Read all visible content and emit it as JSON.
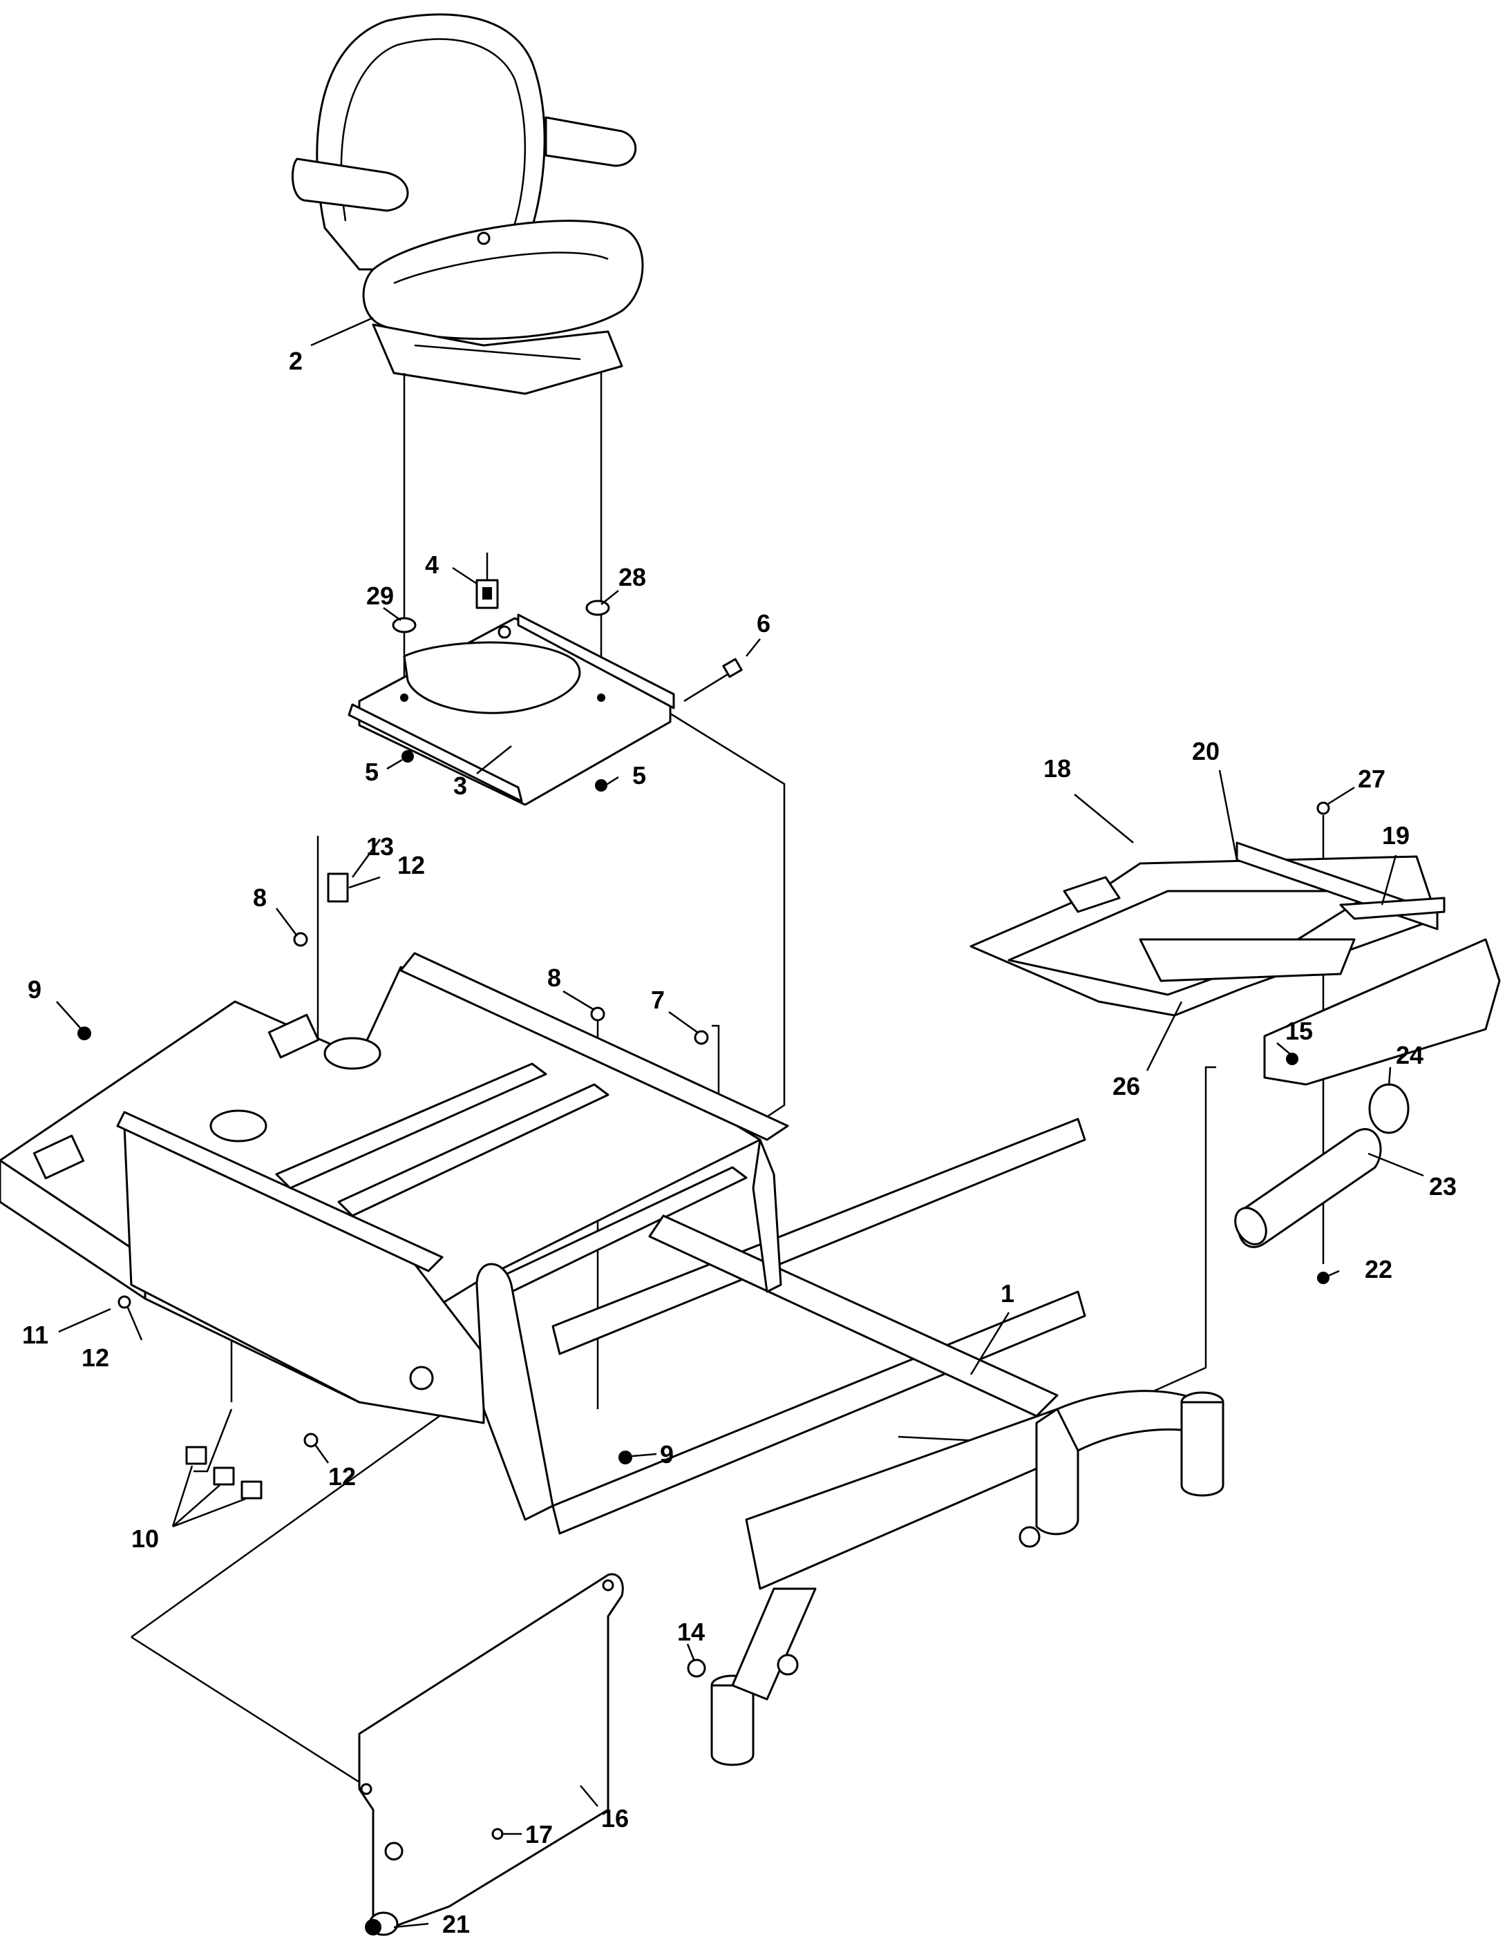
{
  "callouts": [
    {
      "id": "c1",
      "label": "1"
    },
    {
      "id": "c2",
      "label": "2"
    },
    {
      "id": "c3",
      "label": "3"
    },
    {
      "id": "c4",
      "label": "4"
    },
    {
      "id": "c5a",
      "label": "5"
    },
    {
      "id": "c5b",
      "label": "5"
    },
    {
      "id": "c6",
      "label": "6"
    },
    {
      "id": "c7",
      "label": "7"
    },
    {
      "id": "c8a",
      "label": "8"
    },
    {
      "id": "c8b",
      "label": "8"
    },
    {
      "id": "c9a",
      "label": "9"
    },
    {
      "id": "c9b",
      "label": "9"
    },
    {
      "id": "c10",
      "label": "10"
    },
    {
      "id": "c11",
      "label": "11"
    },
    {
      "id": "c12a",
      "label": "12"
    },
    {
      "id": "c12b",
      "label": "12"
    },
    {
      "id": "c12c",
      "label": "12"
    },
    {
      "id": "c13",
      "label": "13"
    },
    {
      "id": "c14",
      "label": "14"
    },
    {
      "id": "c15",
      "label": "15"
    },
    {
      "id": "c16",
      "label": "16"
    },
    {
      "id": "c17",
      "label": "17"
    },
    {
      "id": "c18",
      "label": "18"
    },
    {
      "id": "c19",
      "label": "19"
    },
    {
      "id": "c20",
      "label": "20"
    },
    {
      "id": "c21",
      "label": "21"
    },
    {
      "id": "c22",
      "label": "22"
    },
    {
      "id": "c23",
      "label": "23"
    },
    {
      "id": "c24",
      "label": "24"
    },
    {
      "id": "c26",
      "label": "26"
    },
    {
      "id": "c27",
      "label": "27"
    },
    {
      "id": "c28",
      "label": "28"
    },
    {
      "id": "c29",
      "label": "29"
    }
  ]
}
